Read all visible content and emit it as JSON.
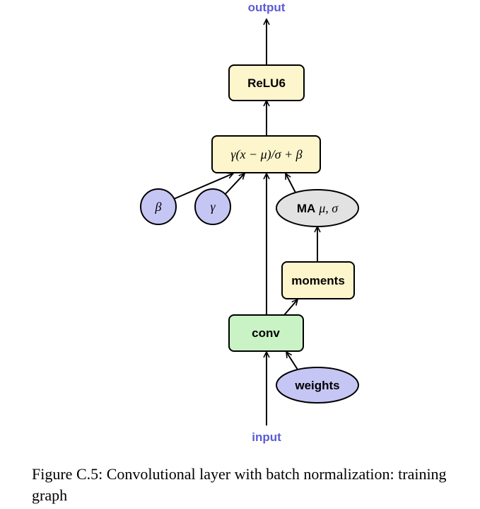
{
  "diagram": {
    "output_label": "output",
    "input_label": "input",
    "relu_label": "ReLU6",
    "batchnorm_label": "γ(x − μ)/σ + β",
    "beta_label": "β",
    "gamma_label": "γ",
    "ma_prefix": "MA",
    "ma_math": "μ, σ",
    "moments_label": "moments",
    "conv_label": "conv",
    "weights_label": "weights"
  },
  "colors": {
    "yellow_node": "#fdf5cc",
    "green_node": "#c9f2c5",
    "blue_node": "#c6c6f5",
    "gray_node": "#e2e2e2",
    "io_text": "#5b5bd6"
  },
  "caption": {
    "text": "Figure C.5: Convolutional layer with batch normalization: training graph"
  }
}
